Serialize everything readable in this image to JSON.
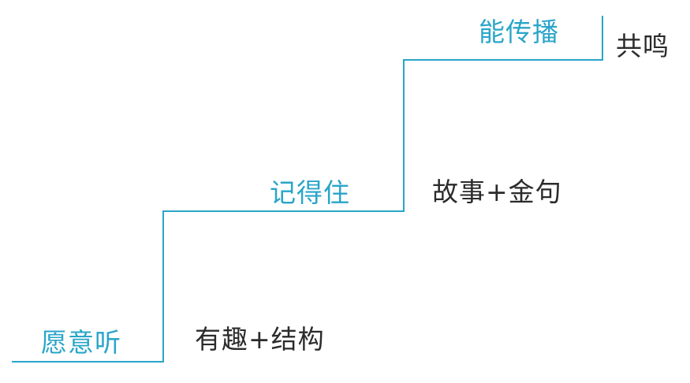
{
  "colors": {
    "accent": "#2aa5c9",
    "text": "#2b2b2b"
  },
  "steps": [
    {
      "level": "愿意听",
      "method": "有趣+结构"
    },
    {
      "level": "记得住",
      "method": "故事+金句"
    },
    {
      "level": "能传播",
      "method": "共鸣"
    }
  ]
}
